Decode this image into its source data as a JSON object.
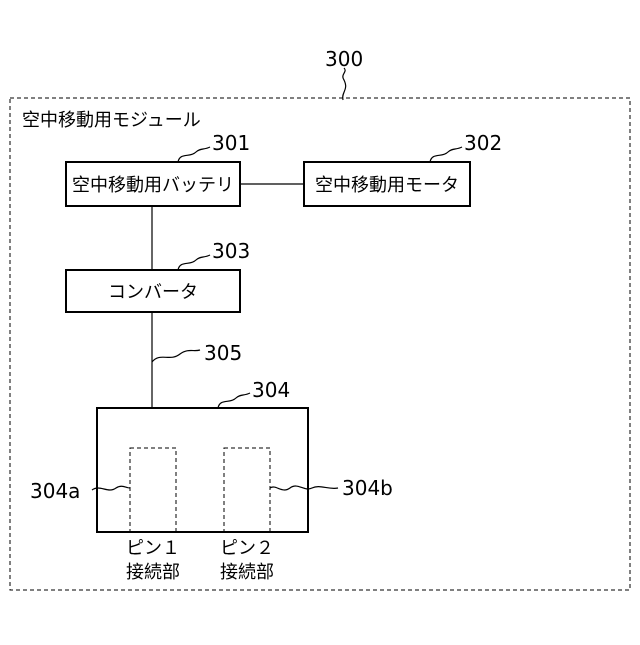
{
  "module": {
    "ref": "300",
    "title": "空中移動用モジュール"
  },
  "battery": {
    "ref": "301",
    "label": "空中移動用バッテリ"
  },
  "motor": {
    "ref": "302",
    "label": "空中移動用モータ"
  },
  "converter": {
    "ref": "303",
    "label": "コンバータ"
  },
  "connector": {
    "ref": "304",
    "pin1": {
      "ref": "304a",
      "label_line1": "ピン１",
      "label_line2": "接続部"
    },
    "pin2": {
      "ref": "304b",
      "label_line1": "ピン２",
      "label_line2": "接続部"
    }
  },
  "wire": {
    "ref": "305"
  }
}
